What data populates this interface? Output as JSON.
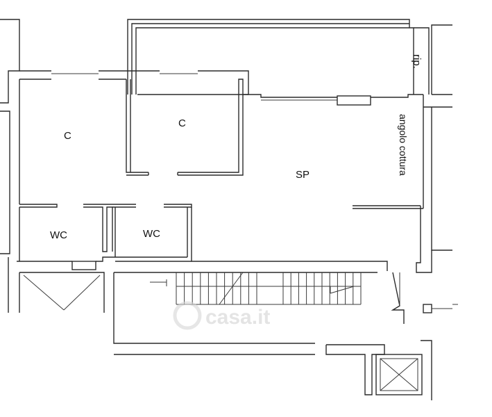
{
  "rooms": {
    "c1": "C",
    "c2": "C",
    "sp": "SP",
    "wc1": "WC",
    "wc2": "WC",
    "rip": "rip.",
    "kitchen": "angolo cottura"
  },
  "watermark": "casa.it"
}
